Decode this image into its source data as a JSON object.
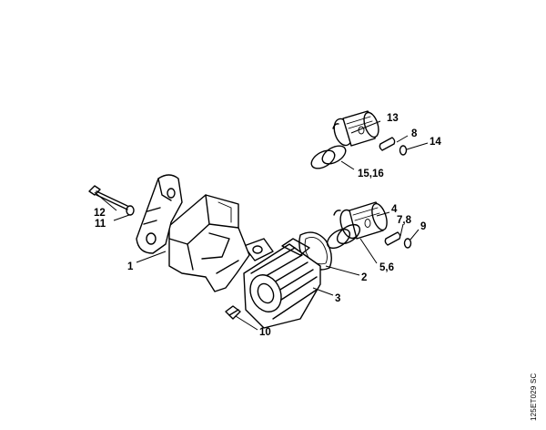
{
  "diagram": {
    "callouts": {
      "c1": "1",
      "c2": "2",
      "c3": "3",
      "c4": "4",
      "c5_6": "5,6",
      "c7_8": "7,8",
      "c8": "8",
      "c9": "9",
      "c10": "10",
      "c11": "11",
      "c12": "12",
      "c13": "13",
      "c14": "14",
      "c15_16": "15,16"
    },
    "document_code": "125ET029 SC"
  }
}
